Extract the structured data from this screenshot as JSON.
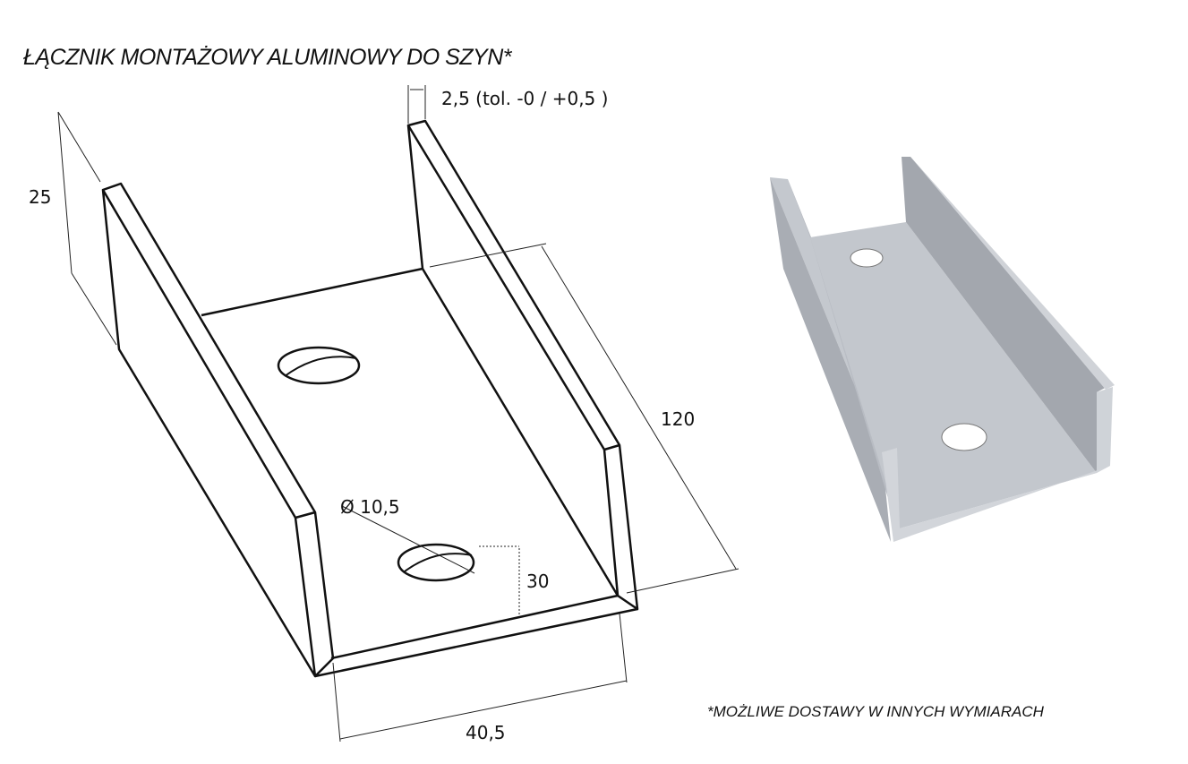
{
  "title": "ŁĄCZNIK MONTAŻOWY ALUMINOWY DO SZYN*",
  "note": "*MOŻLIWE DOSTAWY W INNYCH WYMIARACH",
  "dimensions": {
    "thickness": "2,5 (tol. -0 / +0,5 )",
    "height": "25",
    "length": "120",
    "hole_diameter": "Ø 10,5",
    "hole_offset": "30",
    "width": "40,5"
  },
  "colors": {
    "line": "#111111",
    "metal_light": "#c9ccd2",
    "metal_mid": "#aeb2b9",
    "metal_dark": "#9a9ea6"
  }
}
